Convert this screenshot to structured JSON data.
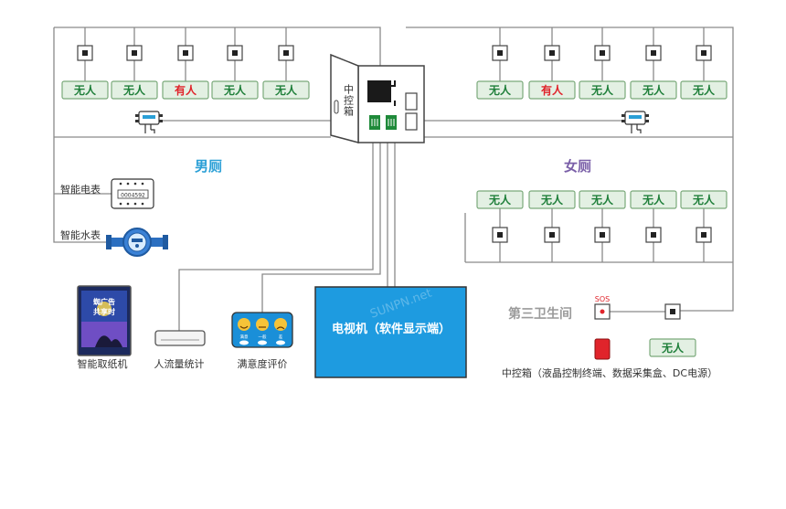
{
  "colors": {
    "line": "#8a8a8a",
    "occupied_text": "#e0242b",
    "vacant_text": "#1f7f3a",
    "status_fill": "#e3f0e3",
    "status_border": "#7aa97a",
    "male_title": "#2a9fd6",
    "female_title": "#7a5fa8",
    "tv_fill": "#1e9be0",
    "sos_red": "#e0242b"
  },
  "male": {
    "title": "男厕",
    "stalls": [
      {
        "label": "无人",
        "occupied": false
      },
      {
        "label": "无人",
        "occupied": false
      },
      {
        "label": "有人",
        "occupied": true
      },
      {
        "label": "无人",
        "occupied": false
      },
      {
        "label": "无人",
        "occupied": false
      }
    ]
  },
  "female": {
    "title": "女厕",
    "stalls_top": [
      {
        "label": "无人",
        "occupied": false
      },
      {
        "label": "有人",
        "occupied": true
      },
      {
        "label": "无人",
        "occupied": false
      },
      {
        "label": "无人",
        "occupied": false
      },
      {
        "label": "无人",
        "occupied": false
      }
    ],
    "stalls_bottom": [
      {
        "label": "无人",
        "occupied": false
      },
      {
        "label": "无人",
        "occupied": false
      },
      {
        "label": "无人",
        "occupied": false
      },
      {
        "label": "无人",
        "occupied": false
      },
      {
        "label": "无人",
        "occupied": false
      }
    ]
  },
  "control_box": {
    "label": "中控箱"
  },
  "meters": {
    "electric_label": "智能电表",
    "electric_reading": "0004592",
    "water_label": "智能水表"
  },
  "devices": {
    "paper": {
      "label": "智能取纸机",
      "screen_text": "蜘广告\n共享时"
    },
    "counter": {
      "label": "人流量统计"
    },
    "satisfaction": {
      "label": "满意度评价",
      "options": [
        "满意",
        "一般",
        "差"
      ]
    }
  },
  "tv": {
    "label": "电视机（软件显示端）"
  },
  "watermark": "SUNPN.net",
  "third": {
    "title": "第三卫生间",
    "sos": "SOS",
    "stall": {
      "label": "无人",
      "occupied": false
    },
    "caption": "中控箱（液晶控制终端、数据采集盒、DC电源）"
  }
}
